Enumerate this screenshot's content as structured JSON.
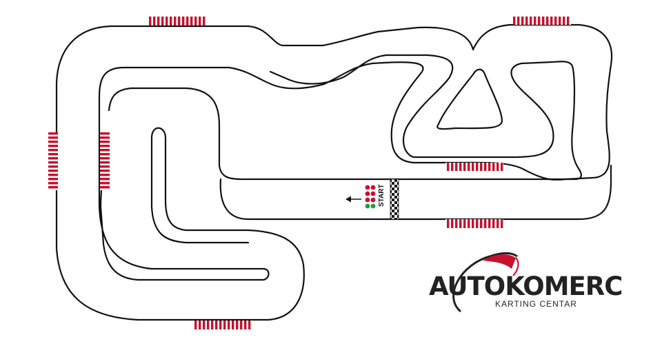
{
  "map": {
    "title": "Autokomerc karting track layout",
    "start_label": "START",
    "direction_icon": "arrow-left-icon",
    "colors": {
      "track": "#ffffff",
      "outline": "#111111",
      "kerb_red": "#c8102e",
      "kerb_white": "#ffffff",
      "light_red": "#c8102e",
      "light_green": "#1e9e3a",
      "brand": "#222222",
      "brand_accent": "#c8102e"
    }
  },
  "logo": {
    "name": "AUTOKOMERC",
    "subtitle": "KARTING CENTAR"
  }
}
